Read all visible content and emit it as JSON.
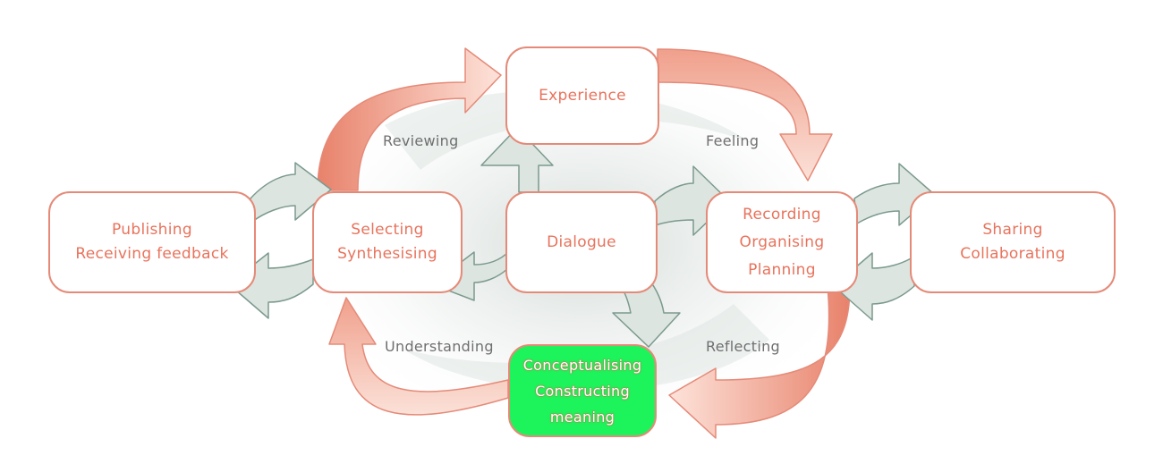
{
  "nodes": {
    "experience": {
      "lines": [
        "Experience"
      ]
    },
    "publishing": {
      "lines": [
        "Publishing",
        "Receiving feedback"
      ]
    },
    "selecting": {
      "lines": [
        "Selecting",
        "Synthesising"
      ]
    },
    "dialogue": {
      "lines": [
        "Dialogue"
      ]
    },
    "recording": {
      "lines": [
        "Recording",
        "Organising",
        "Planning"
      ]
    },
    "sharing": {
      "lines": [
        "Sharing",
        "Collaborating"
      ]
    },
    "conceptualising": {
      "lines": [
        "Conceptualising",
        "Constructing",
        "meaning"
      ]
    }
  },
  "labels": {
    "reviewing": "Reviewing",
    "feeling": "Feeling",
    "understanding": "Understanding",
    "reflecting": "Reflecting"
  },
  "colors": {
    "node_text": "#e8735c",
    "node_border": "#e58a78",
    "highlight_fill": "#1df35a",
    "salmon_arrow": "#ec8a74",
    "grey_arrow": "#dde5e1",
    "grey_arrow_stroke": "#7b9a8e",
    "label_text": "#6f6f6f"
  }
}
